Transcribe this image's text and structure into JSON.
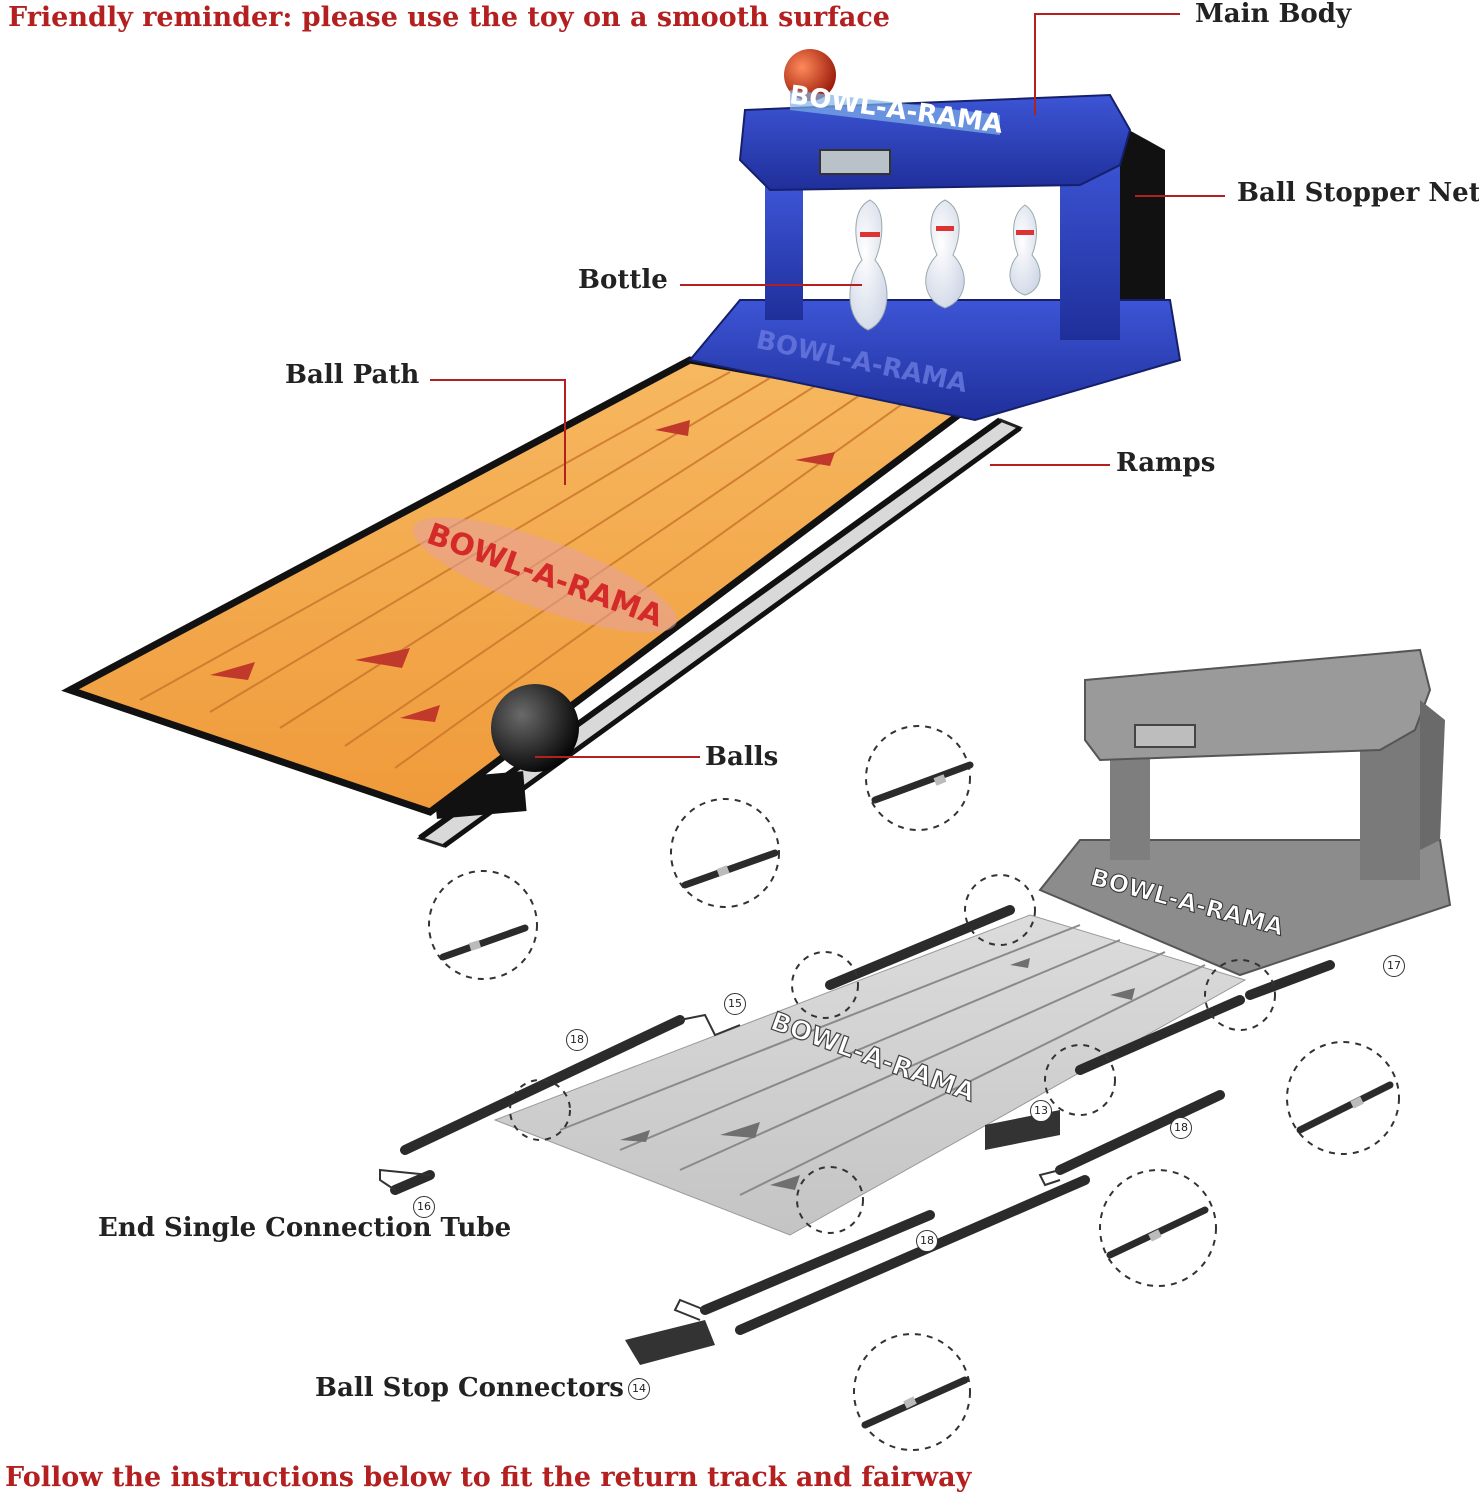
{
  "header": {
    "reminder": "Friendly reminder: please use the toy on a smooth surface"
  },
  "footer": {
    "instructions": "Follow the instructions below to fit the return track and fairway"
  },
  "callouts": {
    "main_body": "Main Body",
    "ball_stopper_net": "Ball Stopper Net",
    "bottle": "Bottle",
    "ball_path": "Ball Path",
    "ramps": "Ramps",
    "balls": "Balls",
    "end_single_connection_tube": "End Single Connection Tube",
    "ball_stop_connectors": "Ball Stop Connectors"
  },
  "toy_branding": {
    "top_sign": "BOWL-A-RAMA",
    "base_logo": "BOWL-A-RAMA",
    "lane_logo": "BOWL-A-RAMA",
    "diagram_base_logo": "BOWL-A-RAMA",
    "diagram_lane_logo": "BOWL-A-RAMA"
  },
  "part_numbers": {
    "p13": "13",
    "p14": "14",
    "p15": "15",
    "p16": "16",
    "p17": "17",
    "p18a": "18",
    "p18b": "18",
    "p18c": "18"
  },
  "colors": {
    "accent_red": "#b41f1f",
    "machine_blue": "#2a3fb8",
    "lane_orange": "#f0a545",
    "diagram_gray": "#8c8c8c",
    "leader_line": "#b41f1f"
  }
}
